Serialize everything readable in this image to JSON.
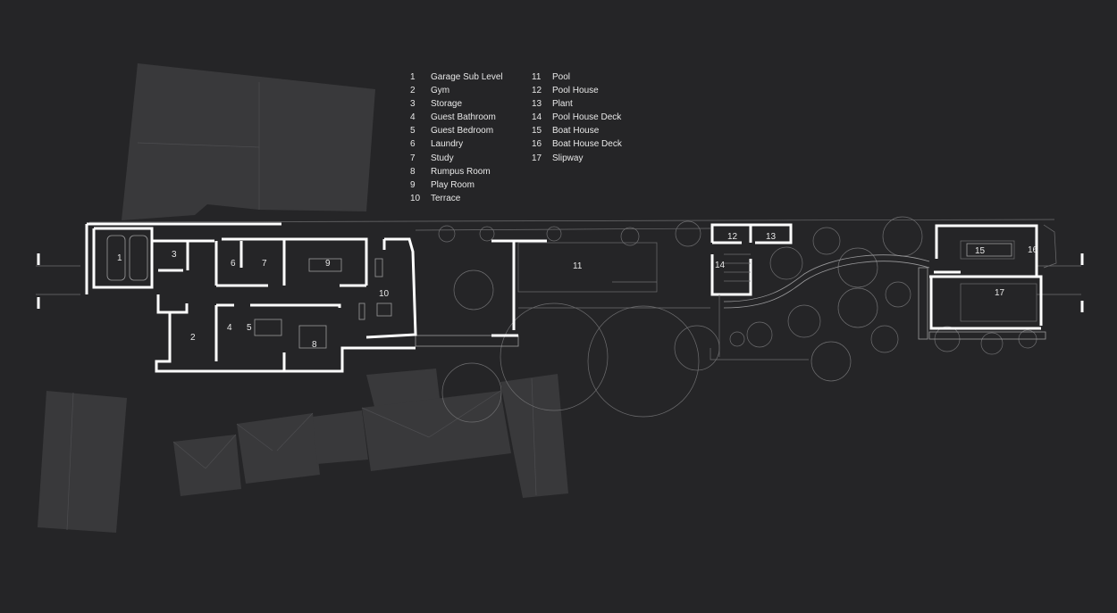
{
  "legend": [
    {
      "num": "1",
      "name": "Garage Sub Level"
    },
    {
      "num": "2",
      "name": "Gym"
    },
    {
      "num": "3",
      "name": "Storage"
    },
    {
      "num": "4",
      "name": "Guest Bathroom"
    },
    {
      "num": "5",
      "name": "Guest Bedroom"
    },
    {
      "num": "6",
      "name": "Laundry"
    },
    {
      "num": "7",
      "name": "Study"
    },
    {
      "num": "8",
      "name": "Rumpus Room"
    },
    {
      "num": "9",
      "name": "Play Room"
    },
    {
      "num": "10",
      "name": "Terrace"
    },
    {
      "num": "11",
      "name": "Pool"
    },
    {
      "num": "12",
      "name": "Pool House"
    },
    {
      "num": "13",
      "name": "Plant"
    },
    {
      "num": "14",
      "name": "Pool House Deck"
    },
    {
      "num": "15",
      "name": "Boat House"
    },
    {
      "num": "16",
      "name": "Boat House Deck"
    },
    {
      "num": "17",
      "name": "Slipway"
    }
  ],
  "colors": {
    "background": "#252527",
    "walls": "#ffffff",
    "neighbours": "#39393b",
    "lines": "#6e6e70",
    "text": "#e8e8e8"
  }
}
